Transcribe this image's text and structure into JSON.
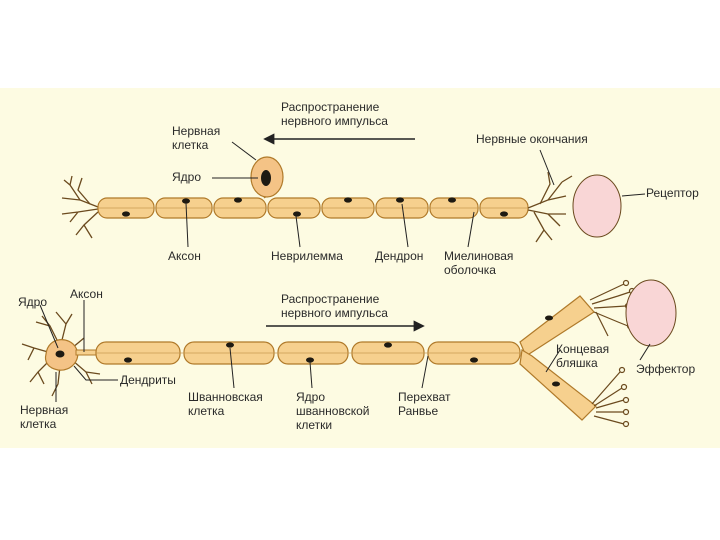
{
  "colors": {
    "background": "#fdfbe2",
    "segment_fill": "#f6d08e",
    "segment_stroke": "#b07a2a",
    "nucleus": "#1e1a12",
    "cell_body": "#f4c386",
    "receptor_fill": "#f9d6d6",
    "effector_fill": "#f9d6d6",
    "dendrite": "#6b4a1e"
  },
  "top": {
    "impulse_line1": "Распространение",
    "impulse_line2": "нервного импульса",
    "nerve_cell_line1": "Нервная",
    "nerve_cell_line2": "клетка",
    "nucleus": "Ядро",
    "nerve_endings": "Нервные окончания",
    "receptor": "Рецептор",
    "axon": "Аксон",
    "neurilemma": "Неврилемма",
    "dendron": "Дендрон",
    "myelin_line1": "Миелиновая",
    "myelin_line2": "оболочка"
  },
  "bottom": {
    "nucleus": "Ядро",
    "axon": "Аксон",
    "impulse_line1": "Распространение",
    "impulse_line2": "нервного импульса",
    "dendrites": "Дендриты",
    "nerve_cell_line1": "Нервная",
    "nerve_cell_line2": "клетка",
    "schwann_line1": "Шванновская",
    "schwann_line2": "клетка",
    "schwann_nucleus_line1": "Ядро",
    "schwann_nucleus_line2": "шванновской",
    "schwann_nucleus_line3": "клетки",
    "ranvier_line1": "Перехват",
    "ranvier_line2": "Ранвье",
    "end_plate_line1": "Концевая",
    "end_plate_line2": "бляшка",
    "effector": "Эффектор"
  }
}
